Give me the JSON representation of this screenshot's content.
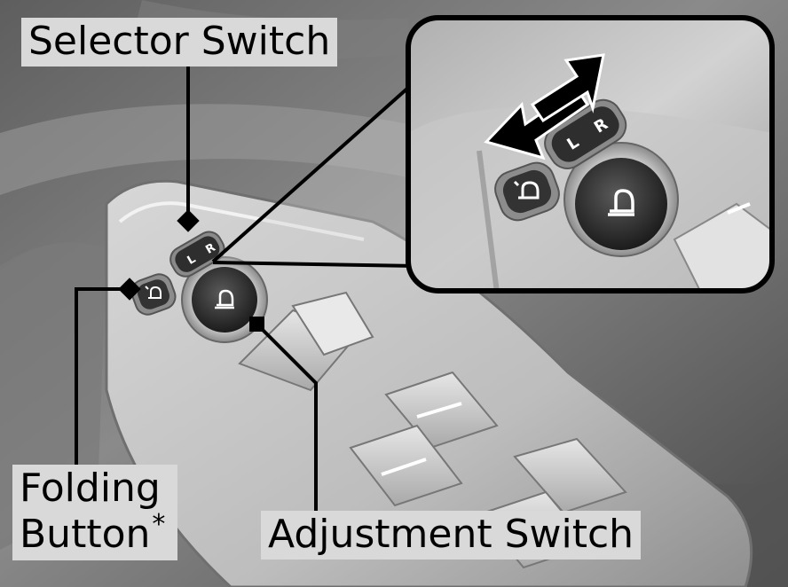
{
  "labels": {
    "selector_switch": "Selector Switch",
    "folding_button_line1": "Folding",
    "folding_button_line2": "Button",
    "folding_button_note": "*",
    "adjustment_switch": "Adjustment Switch"
  },
  "switch_letters": {
    "left": "L",
    "right": "R"
  },
  "colors": {
    "callout_background": "#d9d9d9",
    "leader_line": "#000000",
    "switch_body": "#2b2b2b"
  },
  "icons": [
    "mirror-icon",
    "folding-mirror-icon",
    "double-arrow-icon"
  ]
}
